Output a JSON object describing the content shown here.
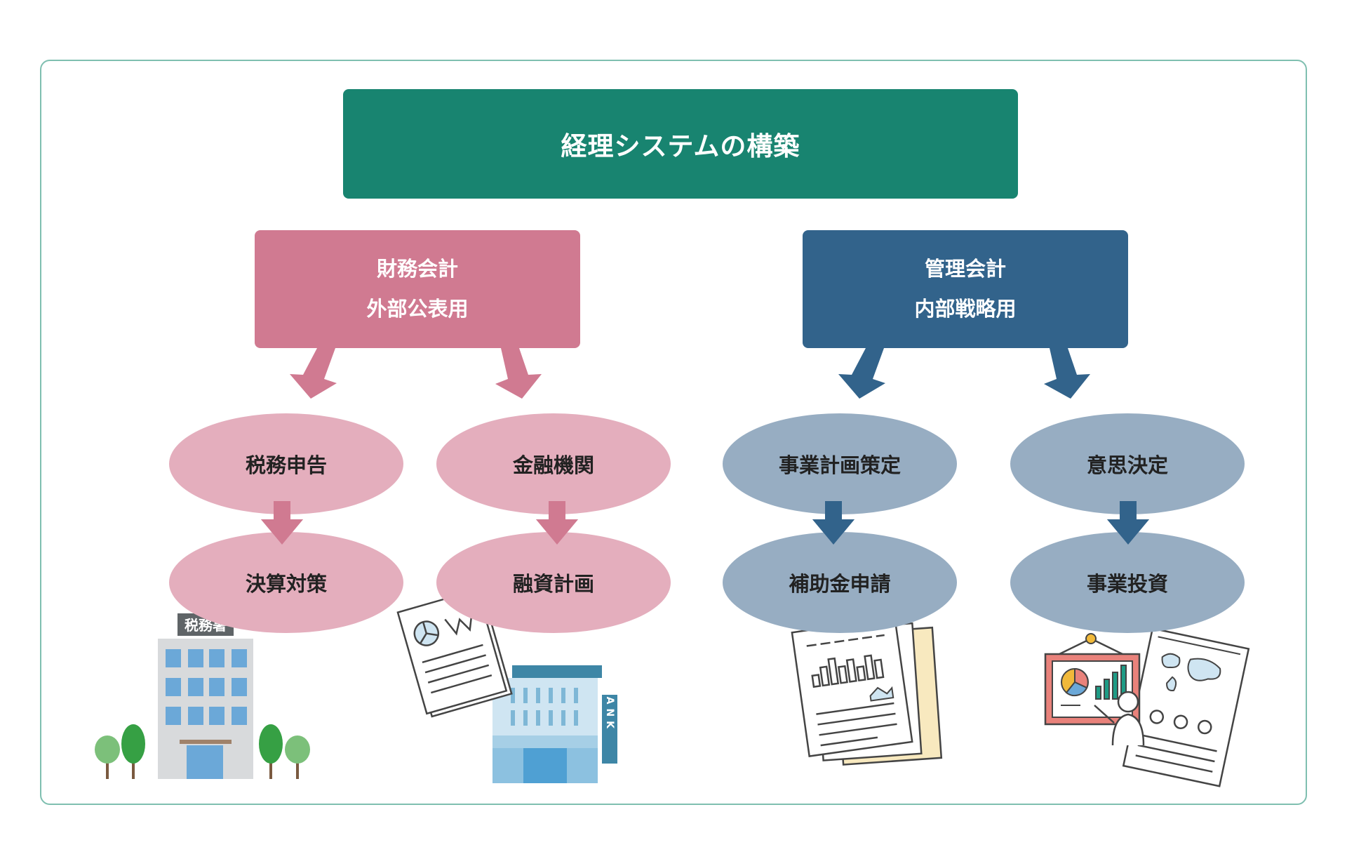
{
  "title": "経理システムの構築",
  "branches": [
    {
      "name": "財務会計",
      "purpose": "外部公表用",
      "color": "#d07a91",
      "nodes": [
        {
          "label": "税務申告",
          "detail": "決算対策"
        },
        {
          "label": "金融機関",
          "detail": "融資計画"
        }
      ]
    },
    {
      "name": "管理会計",
      "purpose": "内部戦略用",
      "color": "#32638b",
      "nodes": [
        {
          "label": "事業計画策定",
          "detail": "補助金申請"
        },
        {
          "label": "意思決定",
          "detail": "事業投資"
        }
      ]
    }
  ],
  "illustrations": {
    "tax_office_sign": "税務署",
    "bank_sign": "BANK"
  },
  "colors": {
    "root": "#188470",
    "financial": "#d07a91",
    "management": "#32638b",
    "financial_light": "#e4aebd",
    "management_light": "#97adc2",
    "frame": "#7fbfb0"
  },
  "icons": [
    "arrow-down-icon",
    "tax-office-building-icon",
    "tree-icon",
    "document-chart-icon",
    "bank-building-icon",
    "report-documents-icon",
    "presentation-board-icon",
    "map-document-icon"
  ]
}
